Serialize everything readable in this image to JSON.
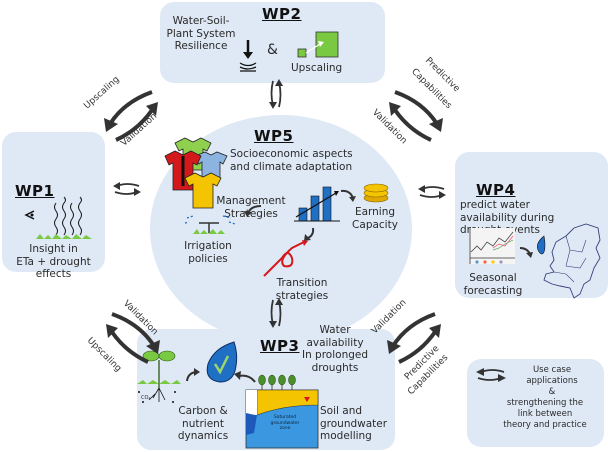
{
  "wp1": {
    "title": "WP1",
    "text": [
      "Insight in",
      "ETa + drought",
      "effects"
    ]
  },
  "wp2": {
    "title": "WP2",
    "left_text": [
      "Water-Soil-",
      "Plant System",
      "Resilience"
    ],
    "amp": "&",
    "right_text": "Upscaling"
  },
  "wp3": {
    "title": "WP3",
    "water_text": [
      "Water",
      "availability",
      "In prolonged",
      "droughts"
    ],
    "carbon_text": [
      "Carbon &",
      "nutrient",
      "dynamics"
    ],
    "soil_text": [
      "Soil and",
      "groundwater",
      "modelling"
    ],
    "aquifer_label": [
      "Saturated",
      "groundwater",
      "zone"
    ],
    "co2": "CO₂"
  },
  "wp4": {
    "title": "WP4",
    "text": [
      "predict water",
      "availability during",
      "drought events"
    ],
    "forecast_text": [
      "Seasonal",
      "forecasting"
    ]
  },
  "wp5": {
    "title": "WP5",
    "subtitle": [
      "Socioeconomic aspects",
      "and climate adaptation"
    ],
    "management": [
      "Management",
      "Strategies"
    ],
    "earning": [
      "Earning",
      "Capacity"
    ],
    "irrigation": [
      "Irrigation",
      "policies"
    ],
    "transition": [
      "Transition",
      "strategies"
    ]
  },
  "links": {
    "tl": {
      "a": "Upscaling",
      "b": "Validation"
    },
    "tr": {
      "a": "Predictive",
      "b": "Capabilities",
      "c": "Validation"
    },
    "bl": {
      "a": "Validation",
      "b": "Upscaling"
    },
    "br": {
      "a": "Validation",
      "b": "Predictive",
      "c": "Capabilities"
    }
  },
  "legend": {
    "lines": [
      "Use case",
      "applications",
      "&",
      "strengthening the",
      "link between",
      "theory and practice"
    ]
  },
  "colors": {
    "box_bg": "#dfe9f6",
    "arrow": "#333333",
    "green": "#7ac943",
    "blue": "#1f6fc5",
    "red": "#d4191c",
    "yellow": "#f5c400"
  }
}
